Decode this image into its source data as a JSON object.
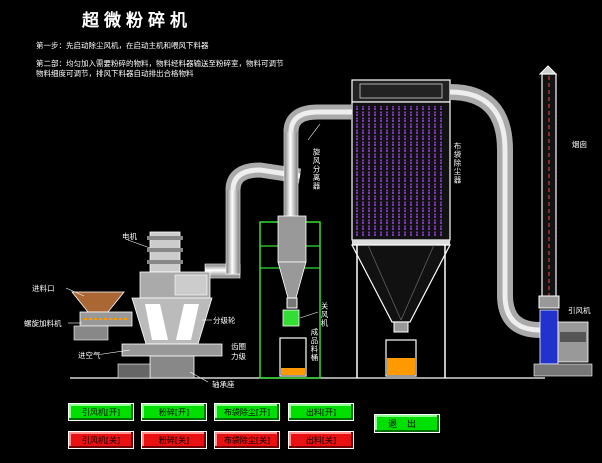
{
  "title": "超微粉碎机",
  "steps": [
    "第一步：先启动除尘风机，在启动主机和喂风下料器",
    "第二部：均匀加入需要粉碎的物料，物料经料器输送至粉碎室，物料可调节",
    "物料细度可调节，排风下料器自动排出合格物料"
  ],
  "labels": {
    "motor": "电机",
    "feed_inlet": "进料口",
    "screw_feeder": "螺旋加料机",
    "air_inlet": "进空气",
    "classifier": "分级轮",
    "gear_ring": "齿圈",
    "power_stage": "力级",
    "bearing_seat": "轴承座",
    "cyclone": "旋风分离器",
    "bag_filter": "布袋除尘器",
    "shutoff_fan": "关风机",
    "finished_bin": "成品料桶",
    "chimney": "烟囱",
    "induced_fan": "引风机"
  },
  "buttons": {
    "on": [
      "引风机[开]",
      "粉碎[开]",
      "布袋除尘[开]",
      "出料[开]"
    ],
    "off": [
      "引风机[关]",
      "粉碎[关]",
      "布袋除尘[关]",
      "出料[关]"
    ],
    "exit": "退出"
  },
  "colors": {
    "on": "#00e000",
    "off": "#e81010",
    "structure": "#ffffff",
    "frame": "#33dd33",
    "bag": "#aa44ff",
    "material": "#ff9900"
  }
}
